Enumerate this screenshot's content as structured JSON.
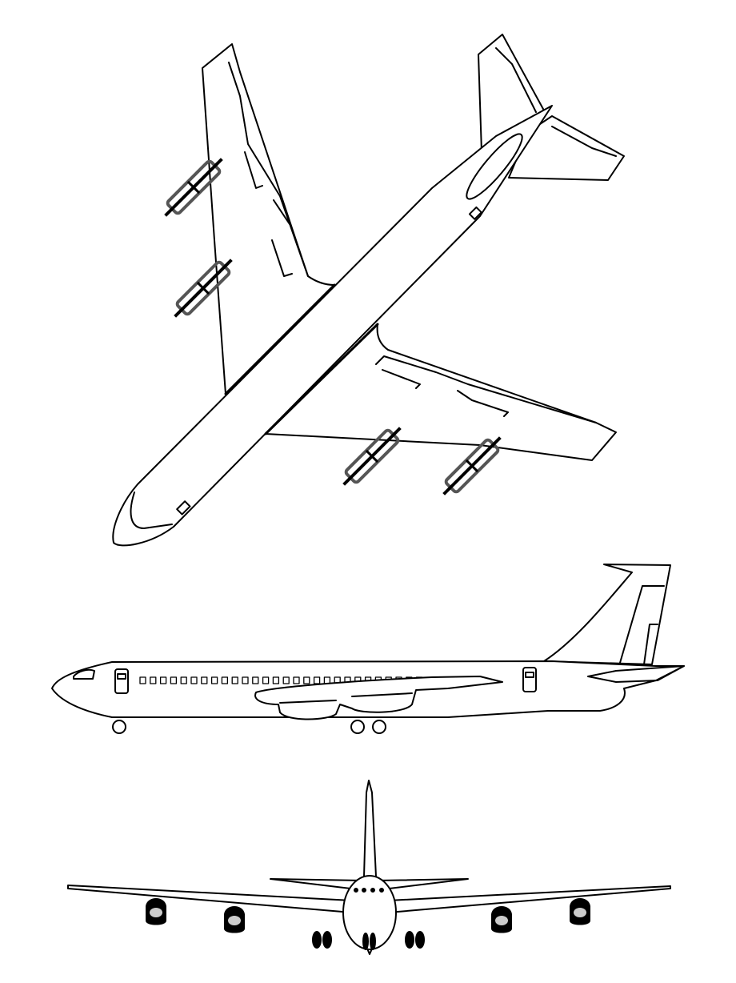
{
  "colors": {
    "stroke": "#000000",
    "background": "#ffffff",
    "engine_outline": "#555555"
  },
  "views": [
    "top",
    "side",
    "front"
  ]
}
